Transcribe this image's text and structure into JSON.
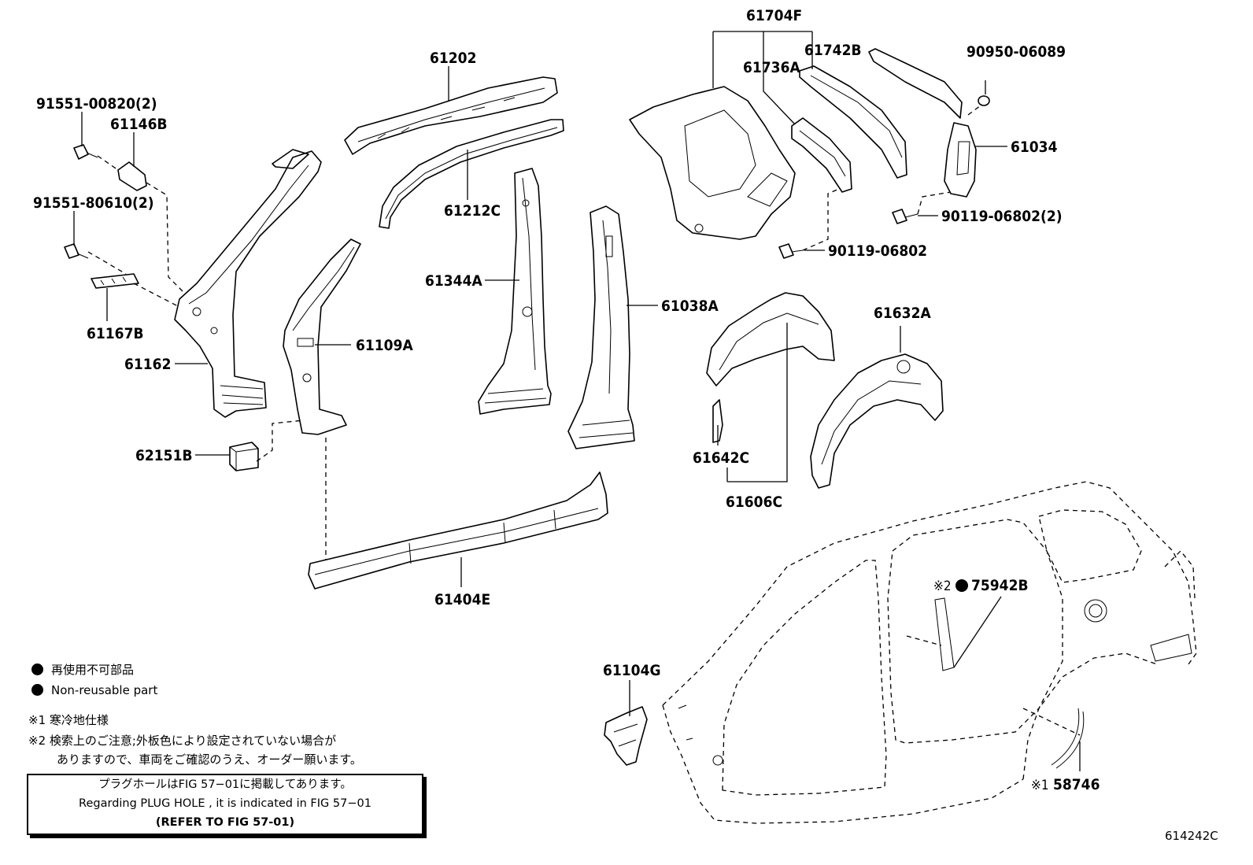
{
  "parts": {
    "p61704F": "61704F",
    "p61742B": "61742B",
    "p61736A": "61736A",
    "p9095006089": "90950-06089",
    "p61202": "61202",
    "p9155100820": "91551-00820(2)",
    "p61146B": "61146B",
    "p9155180610": "91551-80610(2)",
    "p61167B": "61167B",
    "p61162": "61162",
    "p61109A": "61109A",
    "p62151B": "62151B",
    "p61212C": "61212C",
    "p61344A": "61344A",
    "p61038A": "61038A",
    "p61034": "61034",
    "p9011906802x2": "90119-06802(2)",
    "p9011906802": "90119-06802",
    "p61632A": "61632A",
    "p61642C": "61642C",
    "p61606C": "61606C",
    "p61404E": "61404E",
    "p61104G": "61104G",
    "p75942B": "75942B",
    "p75942B_mark": "※2",
    "p58746": "58746",
    "p58746_mark": "※1"
  },
  "legend": {
    "jp_nonreusable": "再使用不可部品",
    "en_nonreusable": "Non-reusable part",
    "note1": "※1 寒冷地仕様",
    "note2_line1": "※2 検索上のご注意;外板色により設定されていない場合が",
    "note2_line2": "ありますので、車両をご確認のうえ、オーダー願います。"
  },
  "plug_box": {
    "line1": "プラグホールはFIG 57−01に掲載してあります。",
    "line2": "Regarding  PLUG  HOLE , it is indicated in FIG  57−01",
    "line3": "(REFER TO FIG 57-01)"
  },
  "figure_code": "614242C"
}
